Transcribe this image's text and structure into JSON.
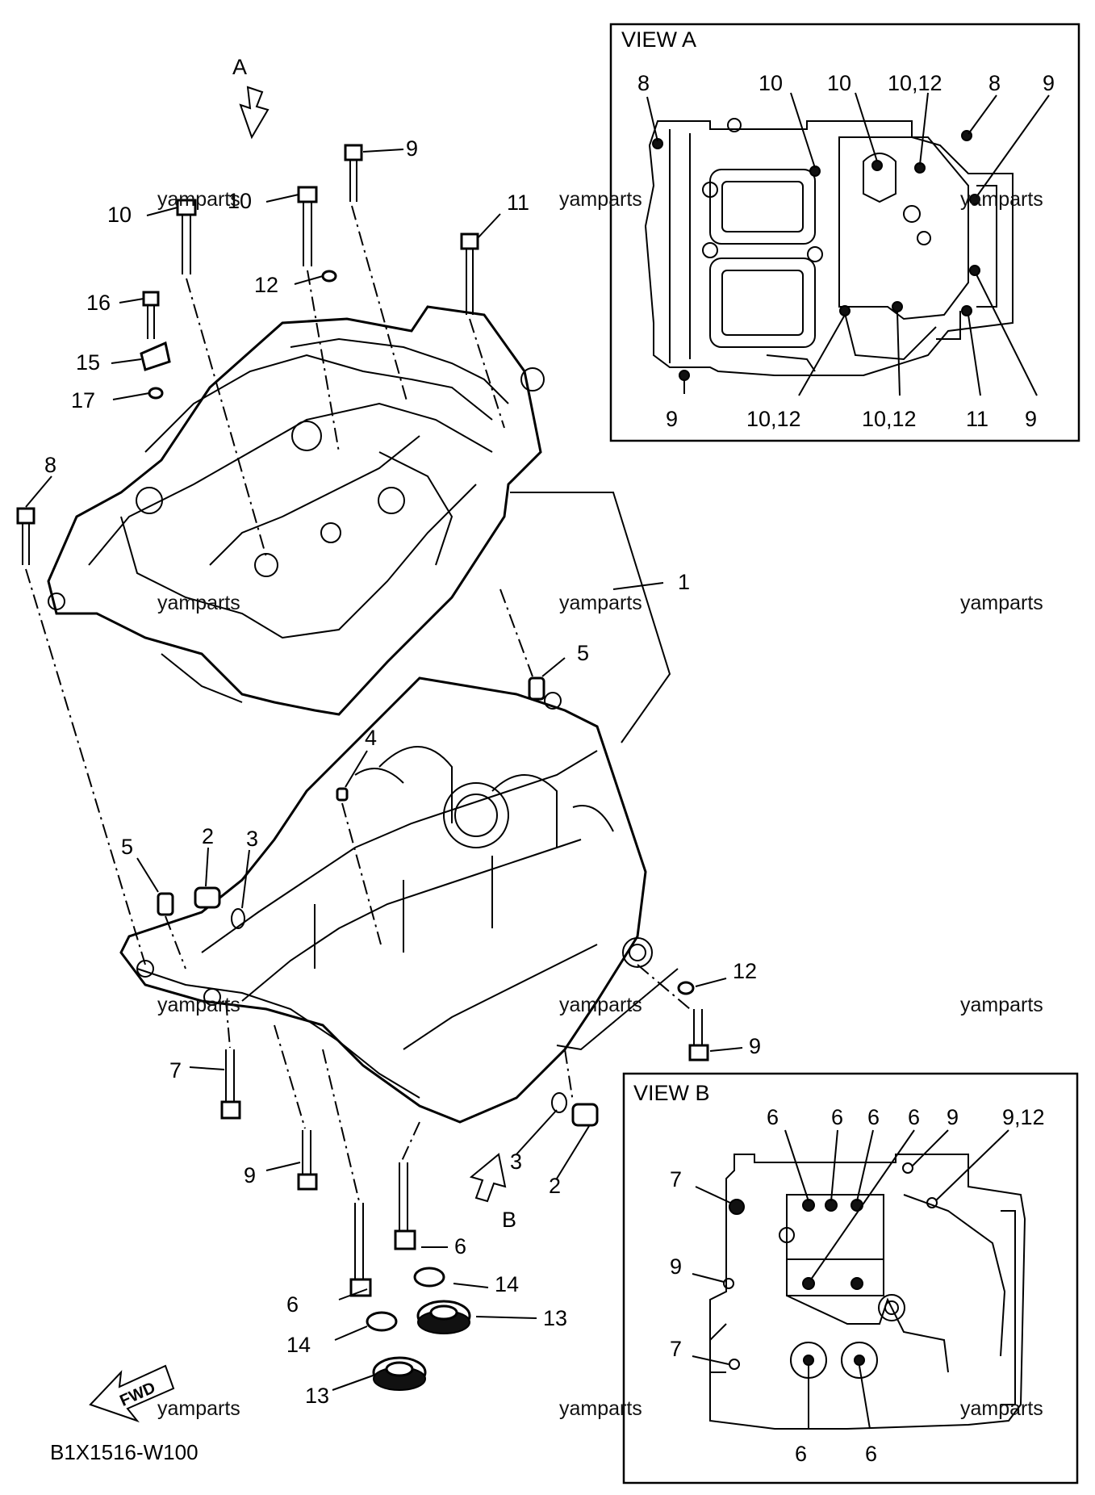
{
  "diagram": {
    "code": "B1X1516-W100",
    "fwd": "FWD",
    "view_a_marker": "A",
    "view_b_marker": "B",
    "watermark": "yamparts",
    "labels": [
      "1",
      "2",
      "3",
      "4",
      "5",
      "6",
      "7",
      "8",
      "9",
      "10",
      "11",
      "12",
      "13",
      "14",
      "15",
      "16",
      "17",
      "10,12",
      "9,12"
    ]
  },
  "view_a": {
    "title": "VIEW A",
    "top_labels": [
      "8",
      "10",
      "10",
      "10,12",
      "8",
      "9"
    ],
    "bottom_labels": [
      "9",
      "10,12",
      "10,12",
      "11",
      "9"
    ]
  },
  "view_b": {
    "title": "VIEW B",
    "top_labels": [
      "6",
      "6",
      "6",
      "6",
      "9",
      "9,12"
    ],
    "left_labels": [
      "7",
      "9",
      "7"
    ],
    "bottom_labels": [
      "6",
      "6"
    ]
  }
}
